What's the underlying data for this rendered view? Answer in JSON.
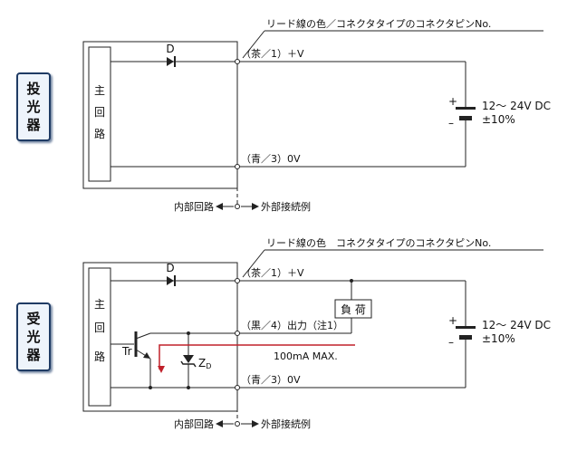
{
  "emitter": {
    "side_label": [
      "投",
      "光",
      "器"
    ],
    "main_circuit": [
      "主",
      "回",
      "路"
    ],
    "diode_label": "D",
    "header": "リード線の色／コネクタタイプのコネクタピンNo.",
    "plus_v": "（茶／1）＋V",
    "zero_v": "（青／3）0V",
    "battery_plus": "+",
    "battery_minus": "–",
    "supply": "12～ 24V DC",
    "tolerance": "±10%",
    "internal": "内部回路",
    "external": "外部接続例"
  },
  "receiver": {
    "side_label": [
      "受",
      "光",
      "器"
    ],
    "main_circuit": [
      "主",
      "回",
      "路"
    ],
    "diode_label": "D",
    "header": "リード線の色　コネクタタイプのコネクタピンNo.",
    "plus_v": "（茶／1）＋V",
    "output": "（黒／4）出力（注1）",
    "zero_v": "（青／3）0V",
    "load": "負 荷",
    "transistor": "Tr",
    "zener": "Z",
    "zener_sub": "D",
    "current": "100mA  MAX.",
    "battery_plus": "+",
    "battery_minus": "–",
    "supply": "12～ 24V DC",
    "tolerance": "±10%",
    "internal": "内部回路",
    "external": "外部接続例"
  },
  "colors": {
    "line": "#222222",
    "current_arrow": "#c0202a",
    "label_border": "#1f3b64",
    "label_fill": "#eef4fb"
  }
}
